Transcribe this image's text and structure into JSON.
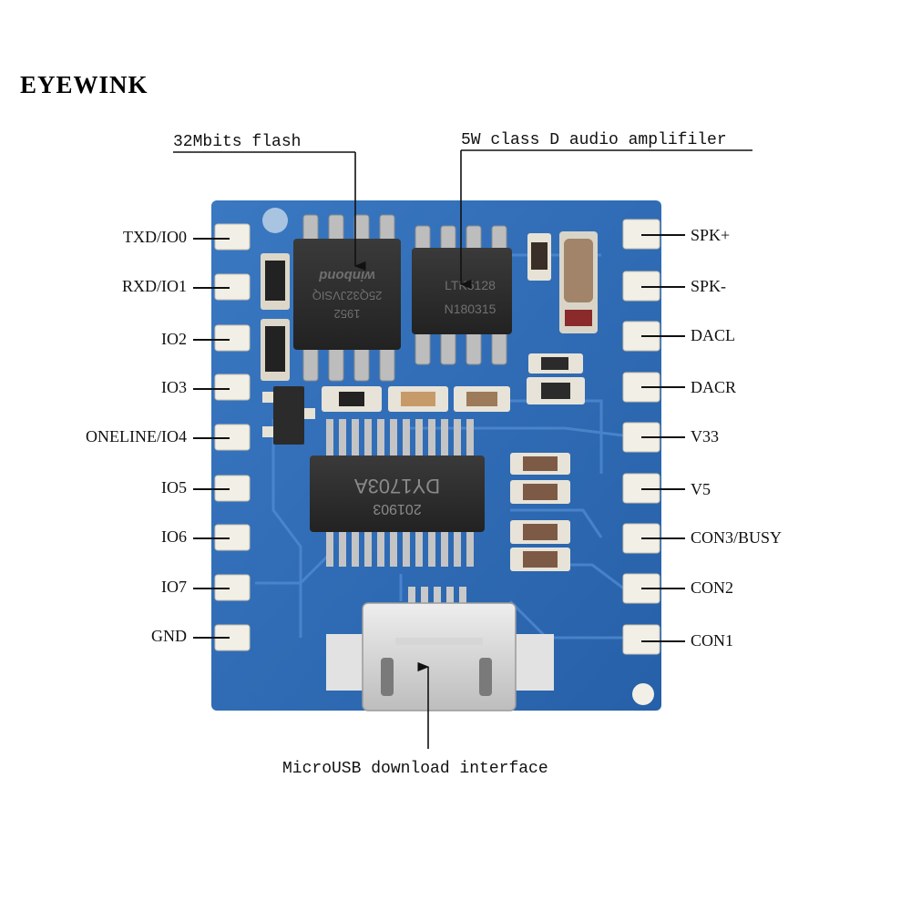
{
  "brand": "EYEWINK",
  "callouts": {
    "flash": "32Mbits flash",
    "amplifier": "5W class D audio amplifiler",
    "usb": "MicroUSB download interface"
  },
  "left_pins": [
    "TXD/IO0",
    "RXD/IO1",
    "IO2",
    "IO3",
    "ONELINE/IO4",
    "IO5",
    "IO6",
    "IO7",
    "GND"
  ],
  "right_pins": [
    "SPK+",
    "SPK-",
    "DACL",
    "DACR",
    "V33",
    "V5",
    "CON3/BUSY",
    "CON2",
    "CON1"
  ],
  "chips": {
    "flash_marking": [
      "winbond",
      "25Q32JVSIQ",
      "1952"
    ],
    "amp_marking": [
      "LTK5128",
      "N180315"
    ],
    "main_marking": [
      "DY1703A",
      "201903"
    ]
  },
  "colors": {
    "pcb": "#2a67b3",
    "pcb_dark": "#1f4f8e",
    "pad": "#f2efe6",
    "chip": "#2b2b2b",
    "pin": "#c9c9c9"
  }
}
